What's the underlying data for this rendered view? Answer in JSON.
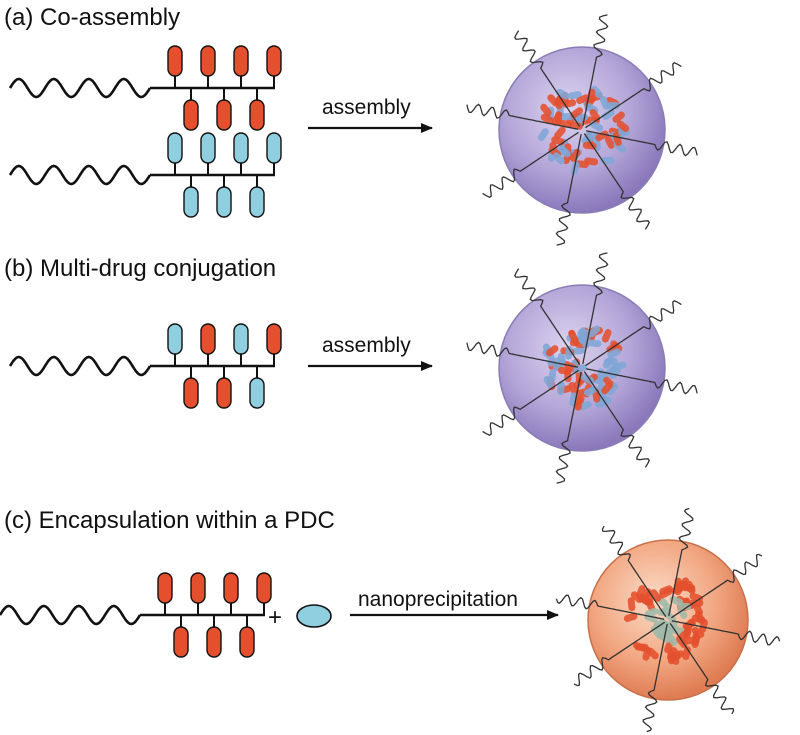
{
  "panels": [
    {
      "id": "a",
      "title": "(a) Co-assembly",
      "arrow_label": "assembly",
      "polymers": [
        {
          "top_drugs": [
            "red",
            "red",
            "red",
            "red"
          ],
          "bottom_drugs": [
            "red",
            "red",
            "red"
          ]
        },
        {
          "top_drugs": [
            "blue",
            "blue",
            "blue",
            "blue"
          ],
          "bottom_drugs": [
            "blue",
            "blue",
            "blue"
          ]
        }
      ],
      "particle": {
        "shell": "purple",
        "core_drugs": "red and blue"
      }
    },
    {
      "id": "b",
      "title": "(b) Multi-drug conjugation",
      "arrow_label": "assembly",
      "polymers": [
        {
          "top_drugs": [
            "blue",
            "red",
            "blue",
            "red"
          ],
          "bottom_drugs": [
            "red",
            "red",
            "blue"
          ]
        }
      ],
      "particle": {
        "shell": "purple",
        "core_drugs": "red and blue"
      }
    },
    {
      "id": "c",
      "title": "(c) Encapsulation within a PDC",
      "arrow_label": "nanoprecipitation",
      "plus_sign": "+",
      "polymers": [
        {
          "top_drugs": [
            "red",
            "red",
            "red",
            "red"
          ],
          "bottom_drugs": [
            "red",
            "red",
            "red"
          ]
        }
      ],
      "free_drug": "blue",
      "particle": {
        "shell": "orange",
        "core_drugs": "red with blue encapsulated"
      }
    }
  ],
  "colors": {
    "red_drug": "#e4502d",
    "blue_drug": "#8fcfe0",
    "purple_shell": "#a596cc",
    "orange_shell": "#f0a27e",
    "line": "#111111"
  }
}
